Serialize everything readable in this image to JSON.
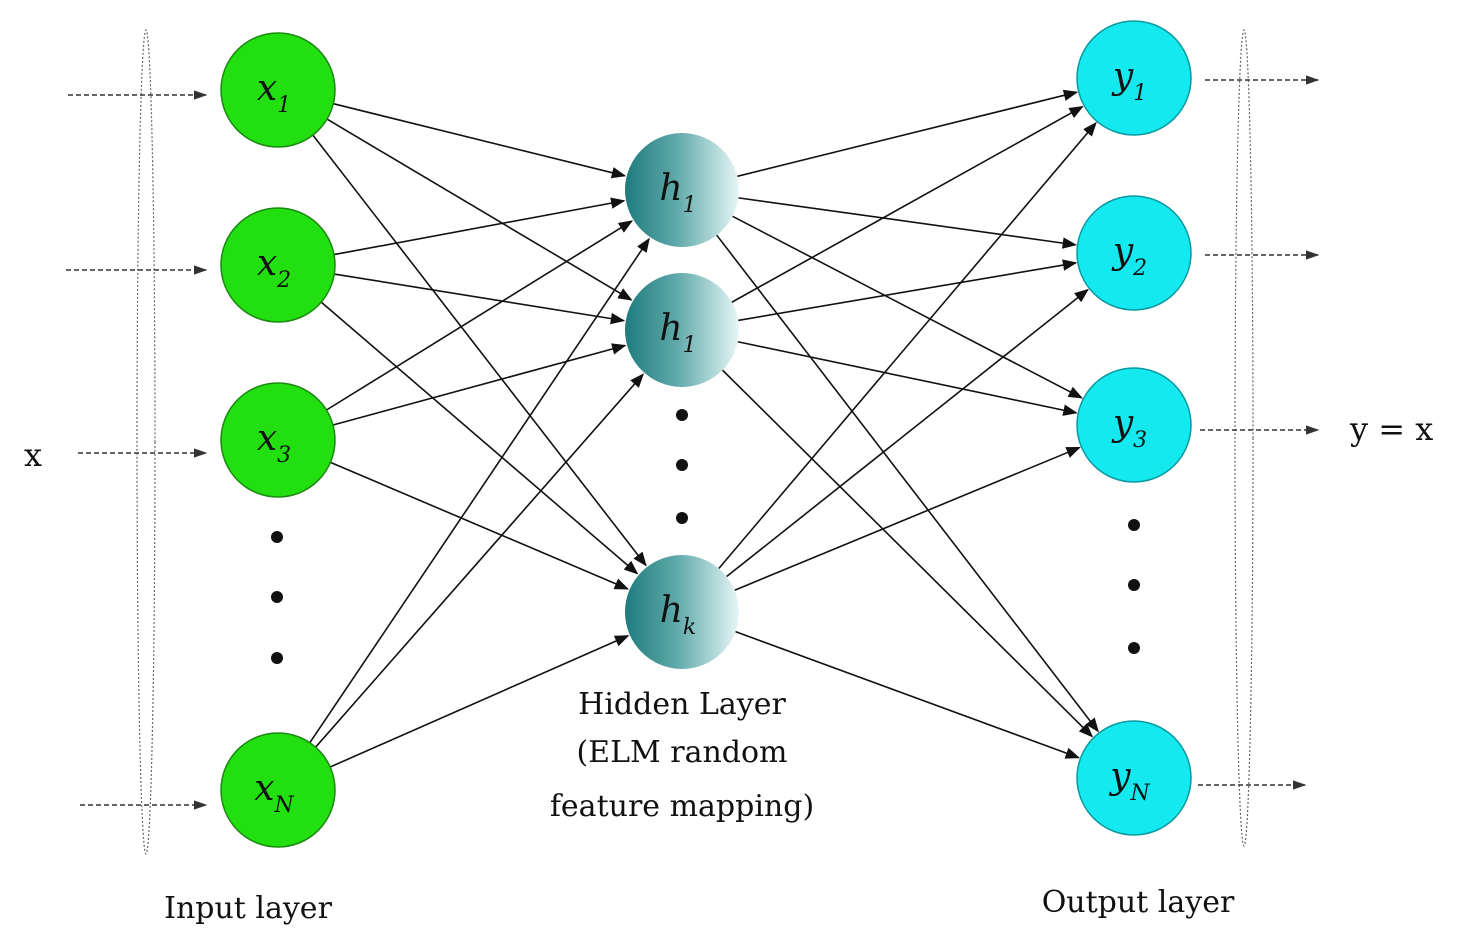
{
  "input": {
    "side_label": "x",
    "layer_label": "Input layer",
    "nodes": [
      {
        "base": "x",
        "sub": "1"
      },
      {
        "base": "x",
        "sub": "2"
      },
      {
        "base": "x",
        "sub": "3"
      },
      {
        "base": "x",
        "sub": "N"
      }
    ]
  },
  "hidden": {
    "label_line1": "Hidden Layer",
    "label_line2": "(ELM random",
    "label_line3": "feature mapping)",
    "nodes": [
      {
        "base": "h",
        "sub": "1"
      },
      {
        "base": "h",
        "sub": "1"
      },
      {
        "base": "h",
        "sub": "k"
      }
    ]
  },
  "output": {
    "side_label": "y = x",
    "layer_label": "Output layer",
    "nodes": [
      {
        "base": "y",
        "sub": "1"
      },
      {
        "base": "y",
        "sub": "2"
      },
      {
        "base": "y",
        "sub": "3"
      },
      {
        "base": "y",
        "sub": "N"
      }
    ]
  },
  "colors": {
    "input_node": "#22e010",
    "hidden_node_dark": "#1e7b7d",
    "hidden_node_light": "#e8f6f6",
    "output_node": "#14e9ef"
  }
}
